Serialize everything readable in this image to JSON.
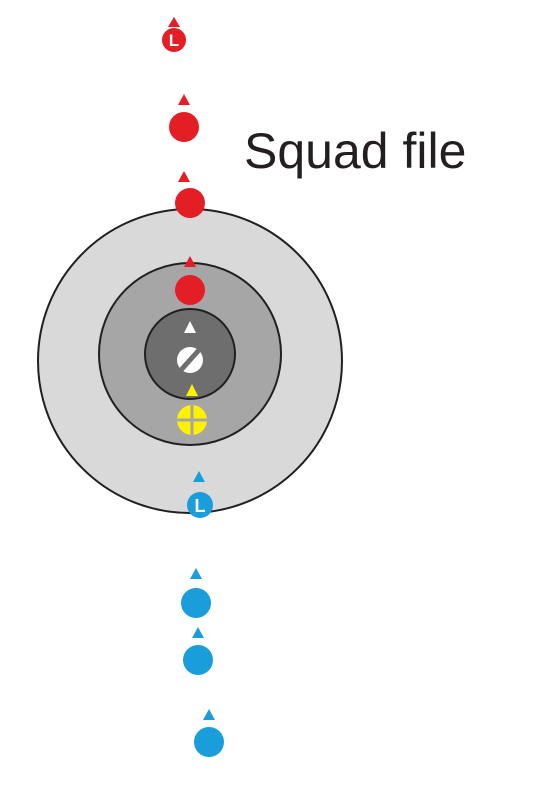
{
  "title": "Squad file",
  "colors": {
    "red_team": "#e31e24",
    "blue_team": "#1a9ddb",
    "yellow_marker": "#fff200",
    "neutral_marker": "#ffffff",
    "outer_ring": "#d9d9d9",
    "middle_ring": "#a6a6a6",
    "inner_ring": "#6e6e6e",
    "ring_stroke": "#231f20",
    "text": "#231f20"
  },
  "markers": [
    {
      "team": "red",
      "icon": "leader-icon",
      "label": "L"
    },
    {
      "team": "red",
      "icon": "soldier-icon"
    },
    {
      "team": "red",
      "icon": "soldier-icon"
    },
    {
      "team": "red",
      "icon": "soldier-icon"
    },
    {
      "team": "neutral",
      "icon": "slashed-circle-icon"
    },
    {
      "team": "yellow",
      "icon": "crosshair-icon"
    },
    {
      "team": "blue",
      "icon": "leader-icon",
      "label": "L"
    },
    {
      "team": "blue",
      "icon": "soldier-icon"
    },
    {
      "team": "blue",
      "icon": "soldier-icon"
    },
    {
      "team": "blue",
      "icon": "soldier-icon"
    }
  ]
}
